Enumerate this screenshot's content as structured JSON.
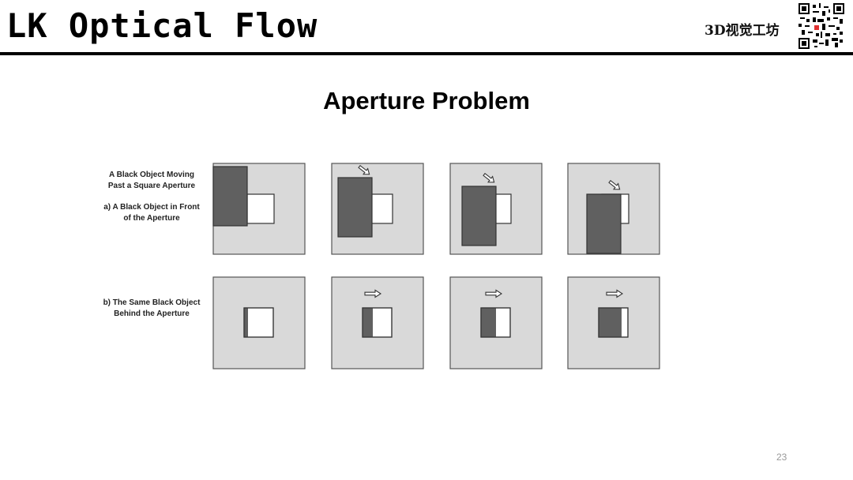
{
  "header": {
    "title": "LK Optical Flow",
    "brand": "3D视觉工坊",
    "qr_icon": "qr-code-icon"
  },
  "diagram": {
    "title": "Aperture Problem",
    "row_a": {
      "caption_top": "A Black Object Moving Past a Square Aperture",
      "caption": "a) A Black Object in Front of the Aperture",
      "arrow_icon": "diagonal-arrow-icon"
    },
    "row_b": {
      "caption": "b) The Same Black Object Behind the Aperture",
      "arrow_icon": "right-arrow-icon"
    }
  },
  "colors": {
    "panel_fill": "#d9d9d9",
    "object_fill": "#606060",
    "aperture_fill": "#ffffff",
    "outline": "#555555"
  },
  "footer": {
    "page_number": "23"
  }
}
